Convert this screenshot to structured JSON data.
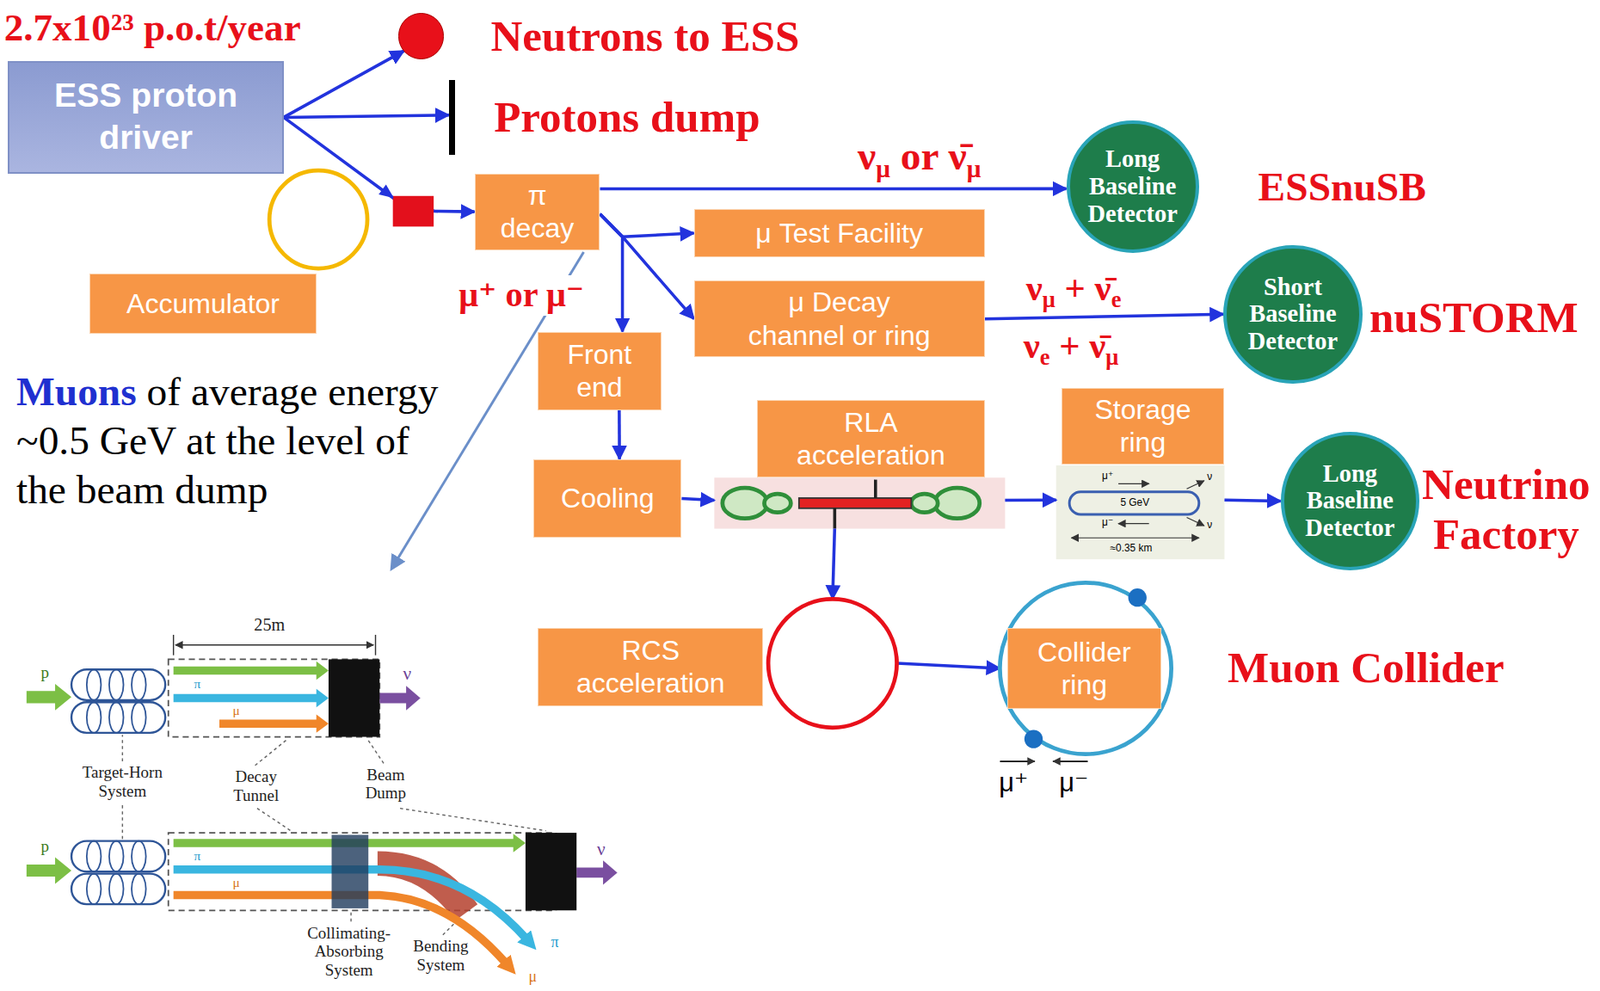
{
  "diagram": {
    "nodes": [
      {
        "text": [
          "ESS proton driver"
        ]
      },
      {
        "text": [
          "Neutrons to ESS"
        ]
      },
      {
        "text": [
          "Protons dump"
        ]
      },
      {
        "text": [
          "π decay"
        ]
      },
      {
        "text": [
          "Long Baseline Detector"
        ]
      },
      {
        "text": [
          "μ Test Facility"
        ]
      },
      {
        "text": [
          "Accumulator"
        ]
      },
      {
        "text": [
          "μ Decay channel or ring"
        ]
      },
      {
        "text": [
          "Short Baseline Detector"
        ]
      },
      {
        "text": [
          "Front end"
        ]
      },
      {
        "text": [
          "RLA acceleration"
        ]
      },
      {
        "text": [
          "Storage ring"
        ]
      },
      {
        "text": [
          "Cooling"
        ]
      },
      {
        "text": [
          "Long Baseline Detector"
        ]
      },
      {
        "text": [
          "RCS acceleration"
        ]
      },
      {
        "text": [
          "Collider ring"
        ]
      }
    ],
    "edges": [
      {
        "from": 0,
        "to": 1,
        "arrow": "to"
      },
      {
        "from": 0,
        "to": 2,
        "arrow": "to"
      },
      {
        "from": 0,
        "to": 3,
        "arrow": "to"
      },
      {
        "from": 3,
        "to": 4,
        "label": "νμ or ν̄μ",
        "arrow": "to"
      },
      {
        "from": 3,
        "to": 5,
        "arrow": "to"
      },
      {
        "from": 3,
        "to": 9,
        "arrow": "to"
      },
      {
        "from": 3,
        "to": 7,
        "arrow": "to"
      },
      {
        "from": 7,
        "to": 8,
        "label": "νμ + ν̄e",
        "arrow": "to"
      },
      {
        "from": 9,
        "to": 12,
        "arrow": "to"
      },
      {
        "from": 12,
        "to": 10,
        "arrow": "to"
      },
      {
        "from": 10,
        "to": 11,
        "arrow": "to"
      },
      {
        "from": 11,
        "to": 13,
        "arrow": "to"
      },
      {
        "from": 10,
        "to": 14,
        "arrow": "to"
      },
      {
        "from": 14,
        "to": 15,
        "arrow": "to"
      }
    ],
    "labels": [
      "2.7x10²³ p.o.t/year",
      "ESSnuSB",
      "μ⁺ or μ⁻",
      "νe + ν̄μ",
      "nuSTORM",
      "Muons",
      "of average energy ~0.5 GeV at the level of the beam dump",
      "μ⁺",
      "ν",
      "5 GeV",
      "μ⁻",
      "ν",
      "≈0.35 km",
      "Neutrino Factory",
      "25m",
      "p",
      "π",
      "μ",
      "ν",
      "Target-Horn System",
      "Decay Tunnel",
      "Beam Dump",
      "p",
      "π",
      "μ",
      "ν",
      "Collimating-Absorbing System",
      "Bending System",
      "π",
      "μ",
      "μ⁺",
      "μ⁻",
      "Muon Collider"
    ]
  }
}
